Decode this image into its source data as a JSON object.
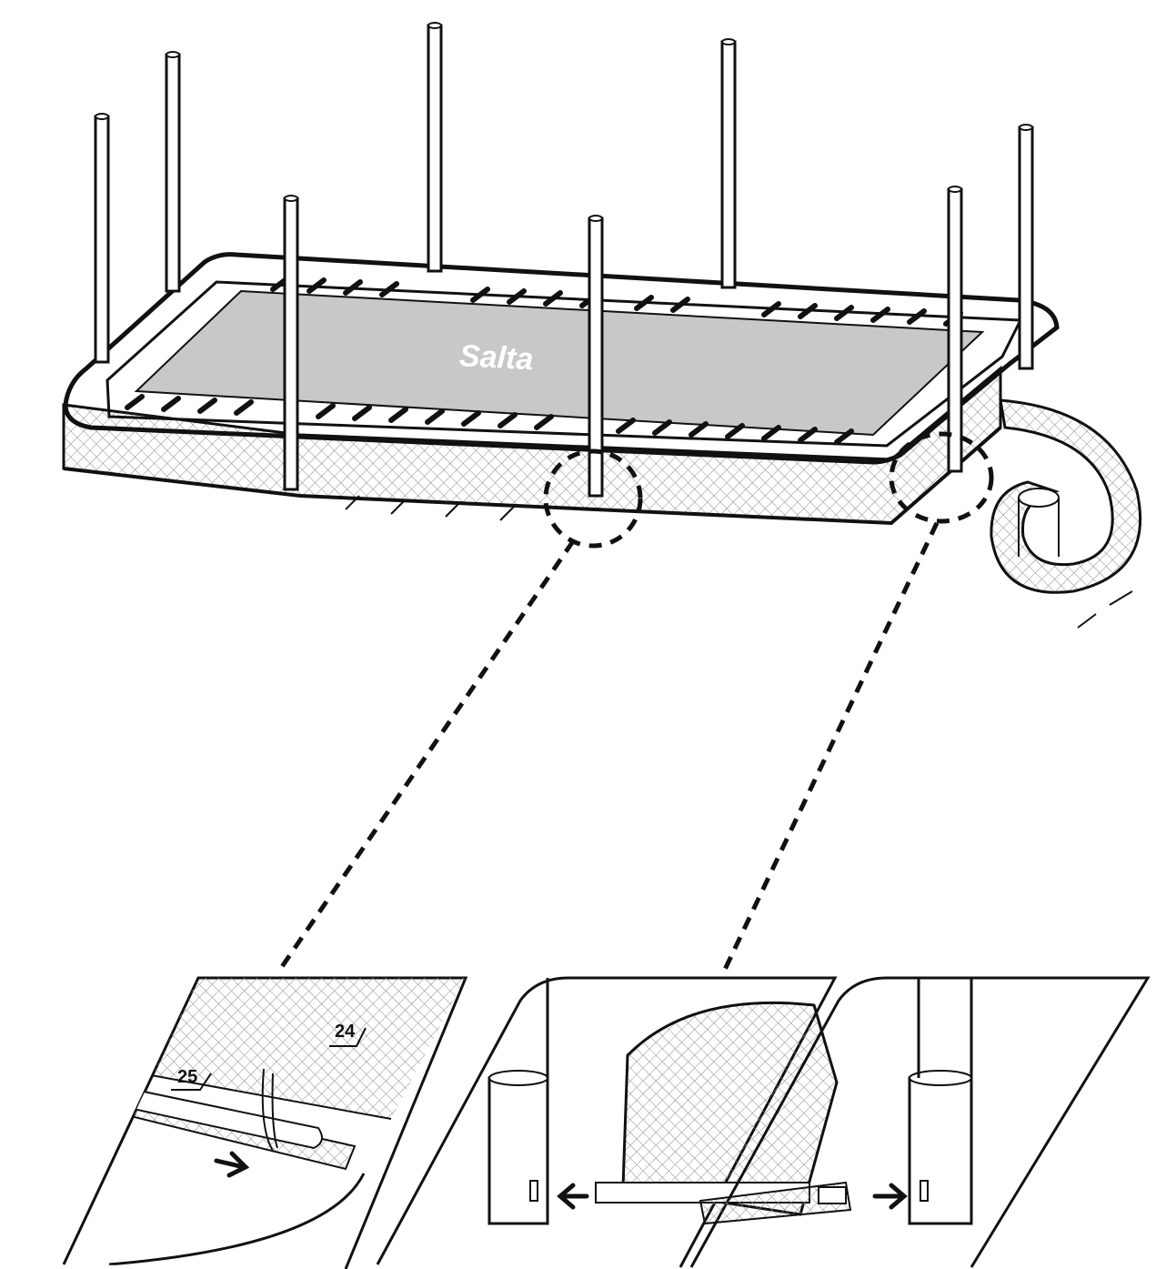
{
  "brand": {
    "logo_text": "Salta"
  },
  "callouts": [
    {
      "id": "part-24",
      "label": "24"
    },
    {
      "id": "part-25",
      "label": "25"
    }
  ],
  "colors": {
    "line": "#111111",
    "mat": "#c8c8c8",
    "net_hatch": "#8a8a8a",
    "background": "#ffffff"
  },
  "icons": {
    "arrow_right": "arrow-right-icon",
    "arrow_left": "arrow-left-icon"
  }
}
